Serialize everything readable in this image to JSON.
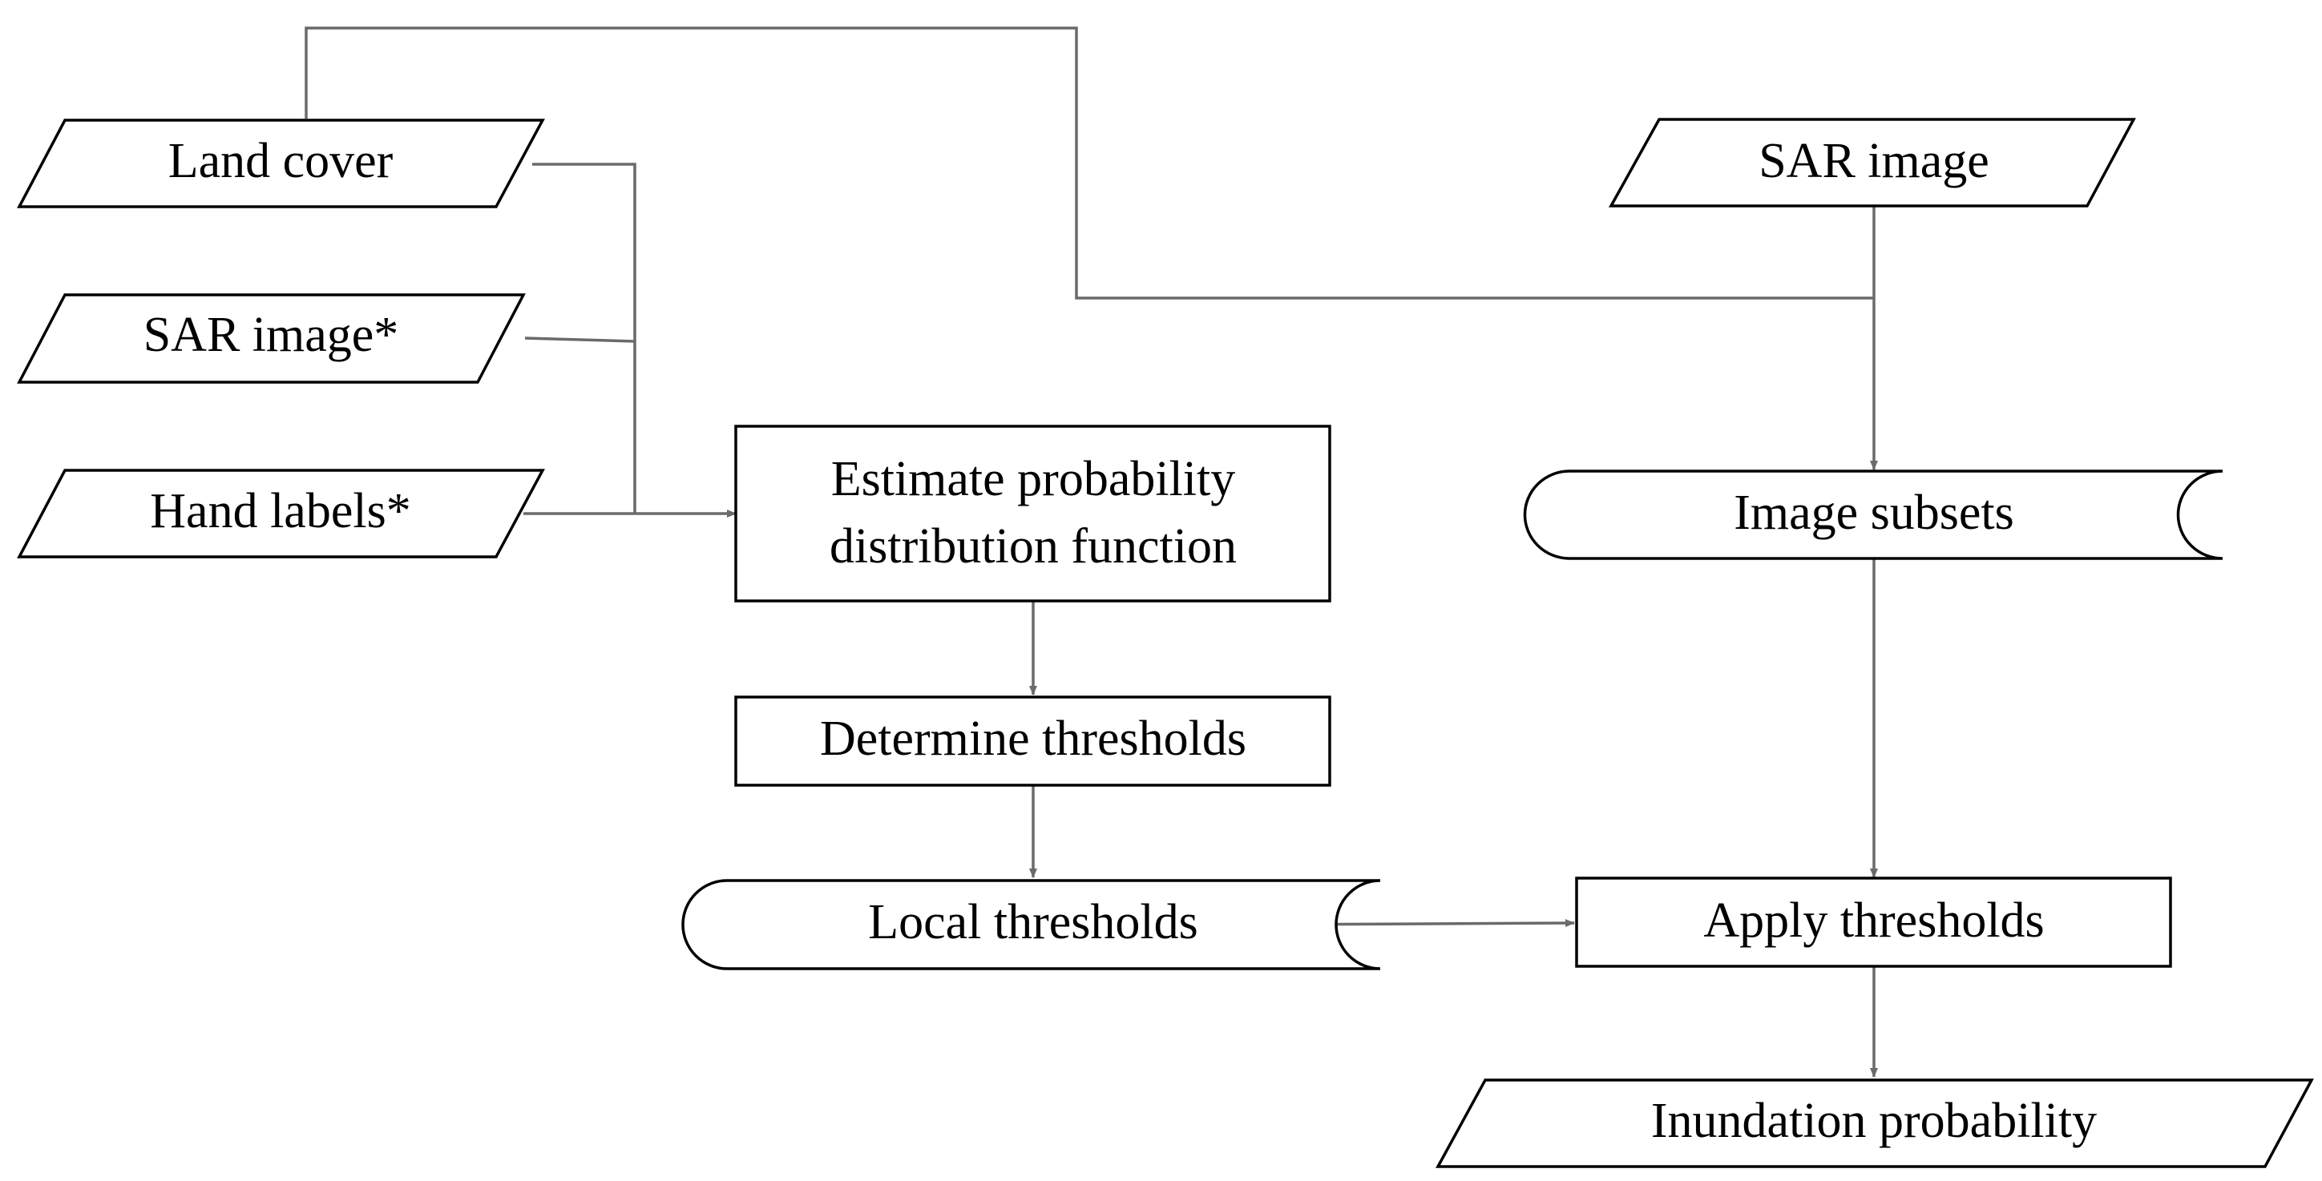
{
  "nodes": {
    "land_cover": "Land cover",
    "sar_image_star": "SAR image*",
    "hand_labels": "Hand labels*",
    "sar_image": "SAR image",
    "estimate_pdf_line1": "Estimate probability",
    "estimate_pdf_line2": "distribution function",
    "determine_thresholds": "Determine thresholds",
    "local_thresholds": "Local thresholds",
    "image_subsets": "Image subsets",
    "apply_thresholds": "Apply thresholds",
    "inundation_probability": "Inundation probability"
  },
  "colors": {
    "connector": "#6a6a6a",
    "outline": "#000000",
    "background": "#ffffff"
  }
}
